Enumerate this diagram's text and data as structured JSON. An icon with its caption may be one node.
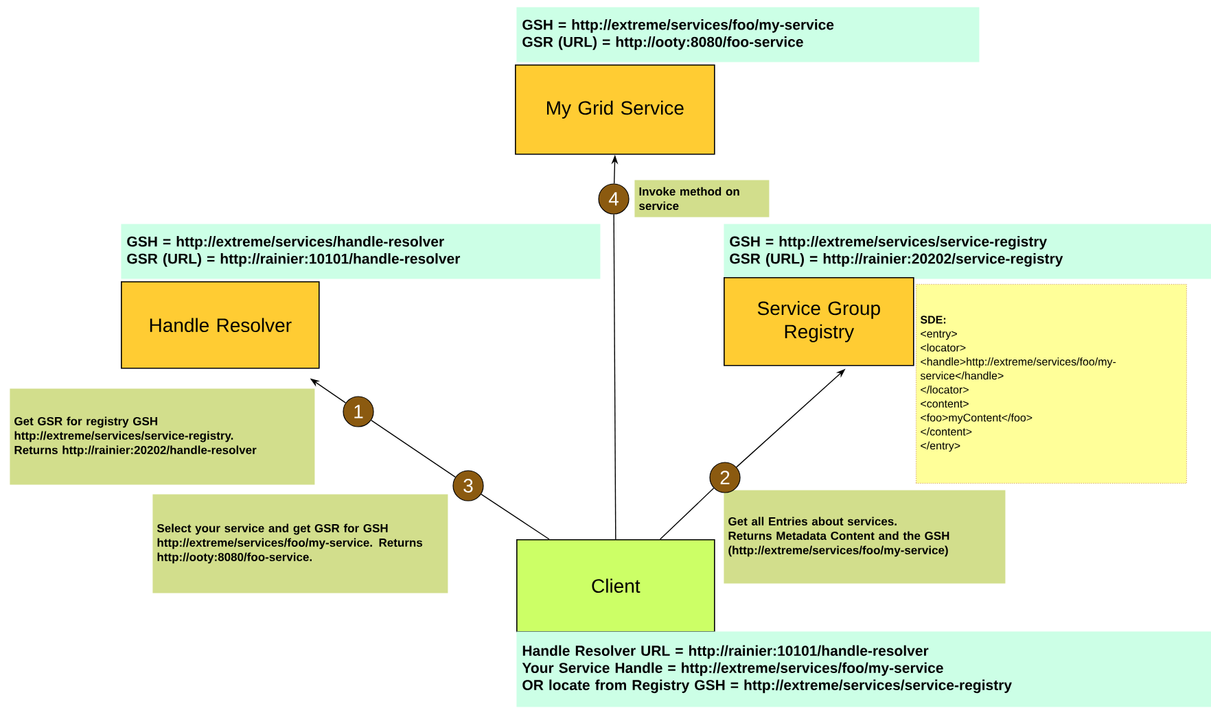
{
  "diagram": {
    "nodes": [
      {
        "text": [
          "GSH = http://extreme/services/foo/my-service",
          "GSR (URL) = http://ooty:8080/foo-service"
        ]
      },
      {
        "text": [
          "My Grid Service"
        ]
      },
      {
        "text": [
          "4"
        ]
      },
      {
        "text": [
          "Invoke method on service"
        ]
      },
      {
        "text": [
          "GSH = http://extreme/services/handle-resolver",
          "GSR (URL) = http://rainier:10101/handle-resolver"
        ]
      },
      {
        "text": [
          "GSH = http://extreme/services/service-registry",
          "GSR (URL) = http://rainier:20202/service-registry"
        ]
      },
      {
        "text": [
          "Handle Resolver"
        ]
      },
      {
        "text": [
          "Service Group Registry"
        ]
      },
      {
        "text": [
          "SDE:",
          "<entry>",
          "<locator>",
          "<handle>http://extreme/services/foo/my-service</handle>",
          "</locator>",
          "<content>",
          "<foo>myContent</foo>",
          "</content>",
          "</entry>"
        ]
      },
      {
        "text": [
          "Get GSR for registry GSH http://extreme/services/service-registry.",
          "Returns http://rainier:20202/handle-resolver"
        ]
      },
      {
        "text": [
          "1"
        ]
      },
      {
        "text": [
          "2"
        ]
      },
      {
        "text": [
          "3"
        ]
      },
      {
        "text": [
          "Get all Entries about services.",
          "Returns Metadata Content and the GSH (http://extreme/services/foo/my-service)"
        ]
      },
      {
        "text": [
          "Select your service and get GSR for GSH http://extreme/services/foo/my-service. Returns http://ooty:8080/foo-service."
        ]
      },
      {
        "text": [
          "Client"
        ]
      },
      {
        "text": [
          "Handle Resolver URL = http://rainier:10101/handle-resolver",
          "Your Service Handle = http://extreme/services/foo/my-service",
          "OR locate from Registry GSH = http://extreme/services/service-registry"
        ]
      }
    ],
    "edges": [
      {
        "from": 15,
        "to": 12,
        "arrow": "none"
      },
      {
        "from": 12,
        "to": 10,
        "arrow": "none"
      },
      {
        "from": 10,
        "to": 6,
        "arrow": "to"
      },
      {
        "from": 15,
        "to": 11,
        "arrow": "none"
      },
      {
        "from": 11,
        "to": 7,
        "arrow": "to"
      },
      {
        "from": 15,
        "to": 2,
        "arrow": "none"
      },
      {
        "from": 2,
        "to": 1,
        "arrow": "to"
      }
    ]
  }
}
